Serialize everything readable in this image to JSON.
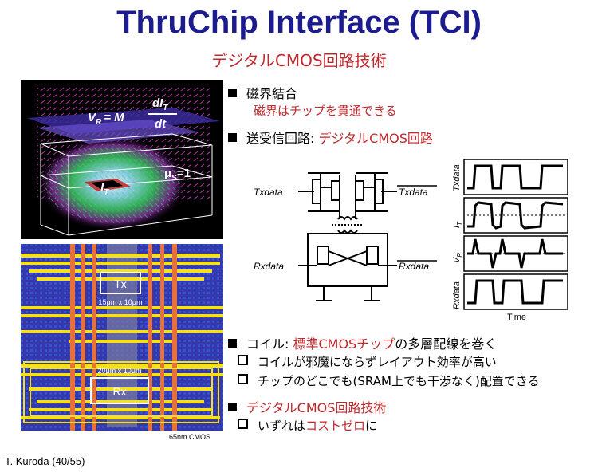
{
  "title": "ThruChip Interface (TCI)",
  "subtitle": "デジタルCMOS回路技術",
  "bullets": {
    "b1": "磁界結合",
    "b1_sub": "磁界はチップを貫通できる",
    "b2_black": "送受信回路: ",
    "b2_red": "デジタルCMOS回路",
    "b3_black1": "コイル: ",
    "b3_red": "標準CMOSチップ",
    "b3_black2": "の多層配線を巻く",
    "b3_sub1": "コイルが邪魔にならずレイアウト効率が高い",
    "b3_sub2": "チップのどこでも(SRAM上でも干渉なく)配置できる",
    "b4": "デジタルCMOS回路技術",
    "b4_sub_black": "いずれは",
    "b4_sub_red": "コストゼロ",
    "b4_sub_tail": "に"
  },
  "sim_figure": {
    "formula_lhs": "V",
    "formula_lhs_sub": "R",
    "formula_rhs": "= M",
    "formula_num": "dI",
    "formula_num_sub": "T",
    "formula_den": "dt",
    "current_label": "I",
    "current_label_sub": "T",
    "mu_label": "μ",
    "mu_sub": "S",
    "mu_value": "=1"
  },
  "chip_photo": {
    "tx_label": "Tx",
    "tx_size": "15μm x 10μm",
    "rx_label": "Rx",
    "rx_size": "20μm x 10μm",
    "process": "65nm CMOS"
  },
  "circuit": {
    "tx_in": "Txdata",
    "tx_out": "Txdata",
    "rx_in": "Rxdata",
    "rx_out": "Rxdata"
  },
  "waveforms": {
    "labels": [
      "Txdata",
      "I",
      "V",
      "Rxdata"
    ],
    "label_subs": [
      "",
      "T",
      "R",
      ""
    ],
    "xaxis": "Time"
  },
  "footer": "T. Kuroda (40/55)",
  "colors": {
    "title": "#1c1c8e",
    "accent": "#c0282c"
  }
}
